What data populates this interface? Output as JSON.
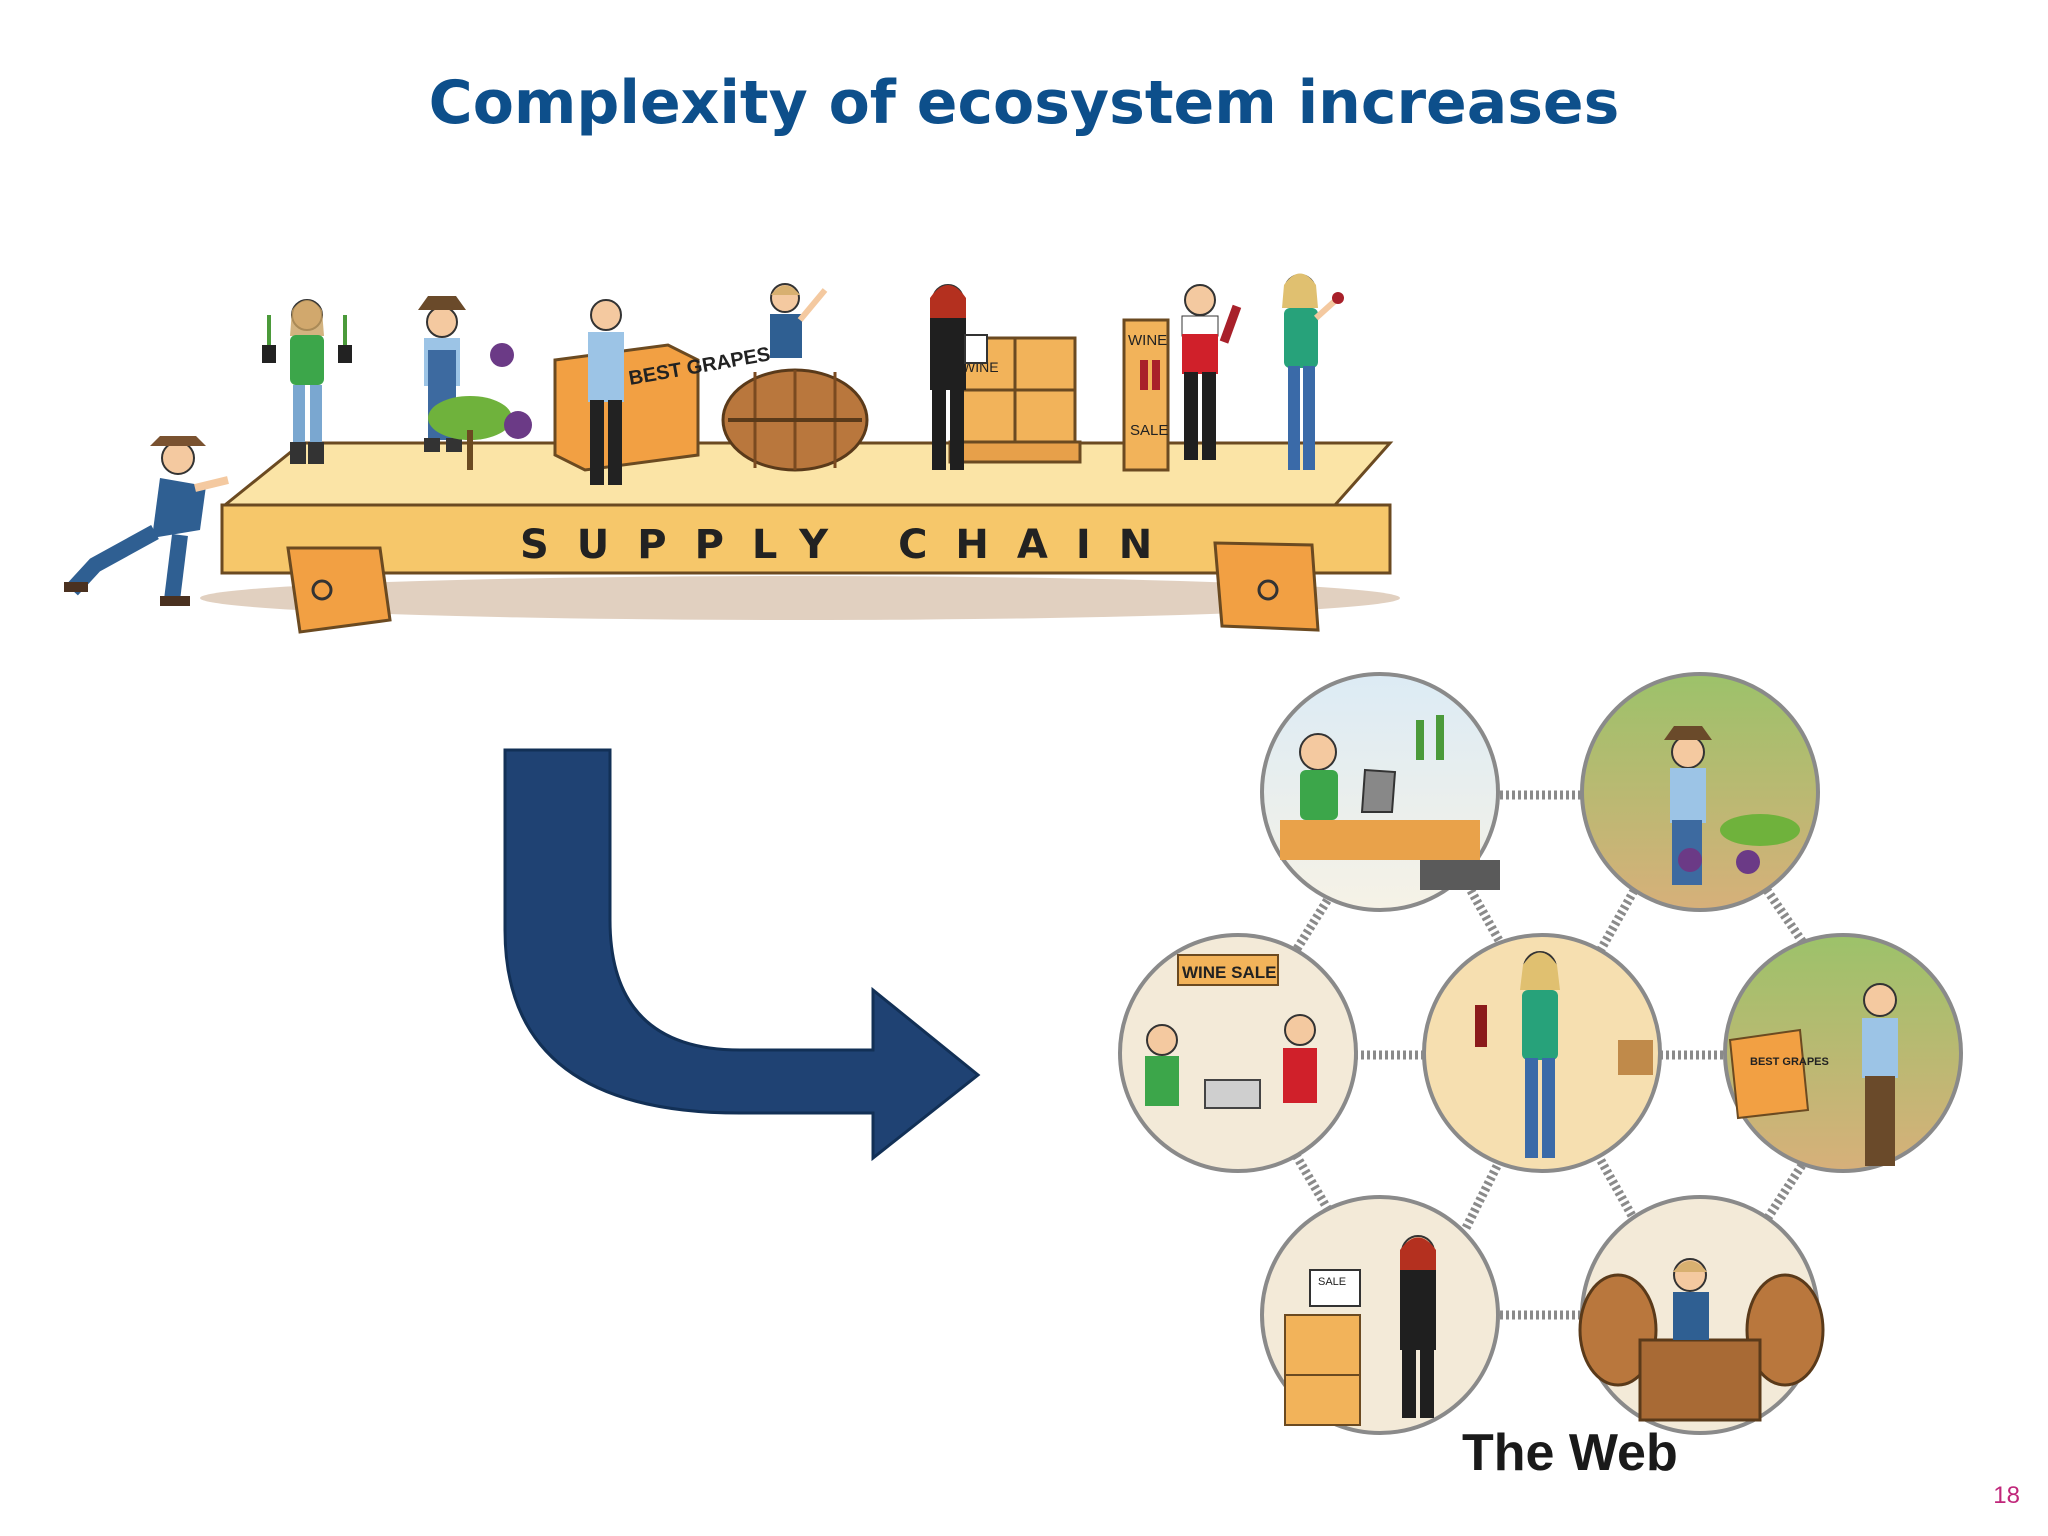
{
  "slide": {
    "title": "Complexity of ecosystem increases",
    "page_number": "18"
  },
  "supply_chain": {
    "label": "SUPPLY CHAIN",
    "box_best_grapes": "BEST GRAPES",
    "box_wine": "WINE",
    "sign_wine": "WINE",
    "sign_sale": "SALE"
  },
  "web": {
    "label": "The Web",
    "wine_sale_sign": "WINE SALE",
    "best_grapes_box": "BEST GRAPES",
    "sale_laptop": "SALE"
  },
  "colors": {
    "title": "#0d4f8b",
    "arrow": "#1f4273",
    "platform": "#f6c76a",
    "page_number": "#c0267a"
  }
}
